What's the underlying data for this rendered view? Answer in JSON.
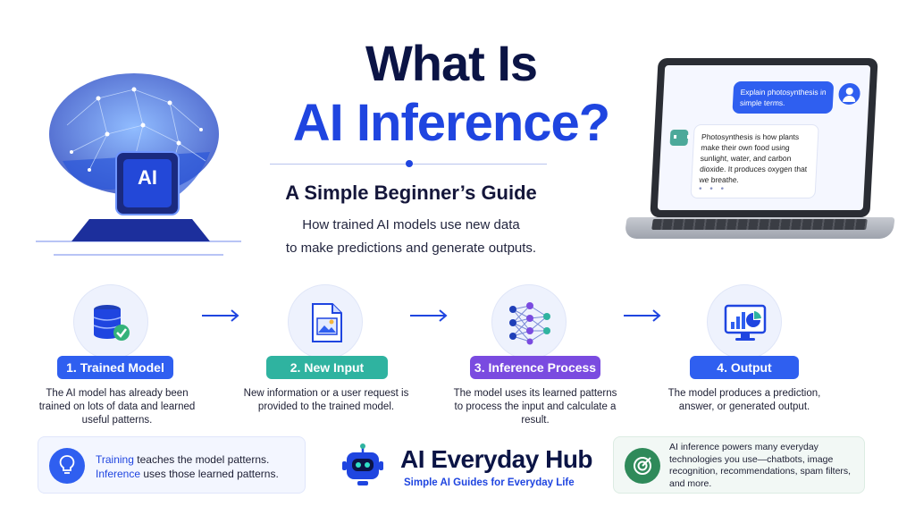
{
  "title": {
    "line1": "What Is",
    "line2": "AI Inference?"
  },
  "subtitle": "A Simple Beginner’s Guide",
  "description": {
    "line1": "How trained AI models use new data",
    "line2": "to make predictions and generate outputs."
  },
  "chip_label": "AI",
  "chat": {
    "user_message": "Explain photosynthesis in simple terms.",
    "bot_message": "Photosynthesis is how plants make their own food using sunlight, water, and carbon dioxide. It produces oxygen that we breathe.",
    "typing_indicator": "• • •"
  },
  "steps": [
    {
      "label": "1. Trained Model",
      "desc": "The AI model has already been trained on lots of data and learned useful patterns.",
      "color": "#2f5ff0",
      "icon": "database-check-icon"
    },
    {
      "label": "2. New Input",
      "desc": "New information or a user request is provided to the trained model.",
      "color": "#2fb3a0",
      "icon": "image-file-icon"
    },
    {
      "label": "3. Inference Process",
      "desc": "The model uses its learned patterns to process the input and calculate a result.",
      "color": "#7a4be0",
      "icon": "neural-network-icon"
    },
    {
      "label": "4. Output",
      "desc": "The model produces a prediction, answer, or generated output.",
      "color": "#2f5ff0",
      "icon": "monitor-chart-icon"
    }
  ],
  "note_left": {
    "training_word": "Training",
    "training_rest": " teaches the model patterns.",
    "inference_word": "Inference",
    "inference_rest": " uses those learned patterns."
  },
  "brand": {
    "name": "AI Everyday Hub",
    "tagline": "Simple AI Guides for Everyday Life"
  },
  "note_right": "AI inference powers many everyday technologies you use—chatbots, image recognition, recommendations, spam filters, and more.",
  "colors": {
    "accent": "#1f45e0",
    "navy": "#0b1445",
    "teal": "#2fb3a0",
    "purple": "#7a4be0",
    "green": "#2f8a5a"
  }
}
